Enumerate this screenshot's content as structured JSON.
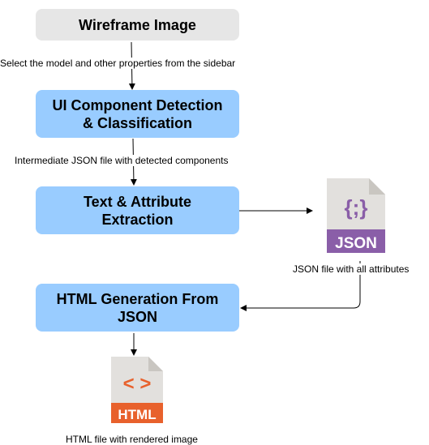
{
  "nodes": {
    "wireframe": "Wireframe Image",
    "detection": "UI Component Detection\n& Classification",
    "extraction": "Text & Attribute\nExtraction",
    "generation": "HTML Generation From\nJSON"
  },
  "edges": {
    "select": "Select the model and other properties from the sidebar",
    "intermediate": "Intermediate JSON file with detected components"
  },
  "files": {
    "json_symbol": "{;}",
    "json_label": "JSON",
    "json_caption": "JSON file with all attributes",
    "html_symbol": "< >",
    "html_label": "HTML",
    "html_caption": "HTML file with rendered image"
  },
  "colors": {
    "start_box": "#e6e6e6",
    "process_box": "#99ccff",
    "json_band": "#8a5ea8",
    "html_band": "#e8612c"
  }
}
